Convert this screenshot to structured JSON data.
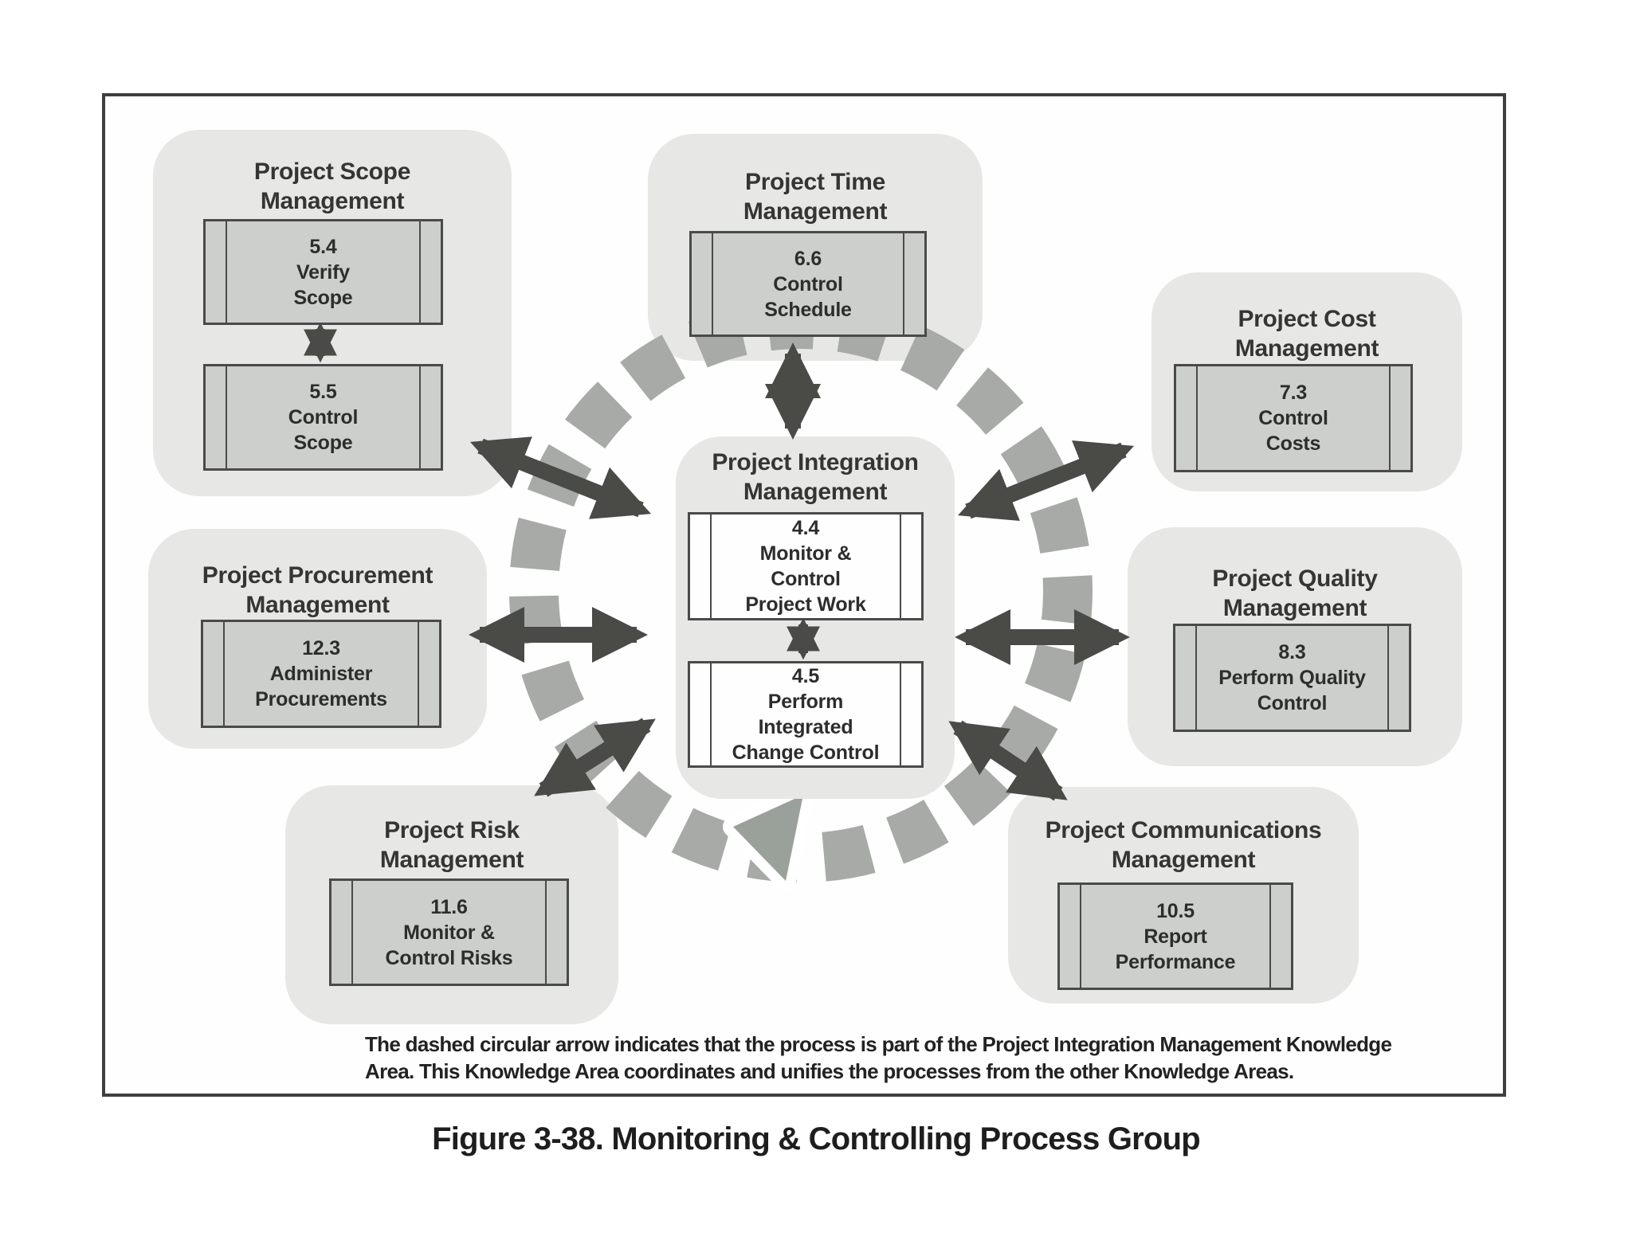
{
  "figure": {
    "caption": {
      "line1": "The dashed circular arrow indicates that the process is part of the Project Integration Management Knowledge",
      "line2": "Area. This Knowledge Area coordinates and unifies the processes from the other Knowledge Areas."
    },
    "title": "Figure 3-38. Monitoring & Controlling Process Group"
  },
  "center": {
    "title_lines": [
      "Project Integration",
      "Management"
    ],
    "processes": [
      {
        "number": "4.4",
        "lines": [
          "Monitor &",
          "Control",
          "Project Work"
        ]
      },
      {
        "number": "4.5",
        "lines": [
          "Perform",
          "Integrated",
          "Change Control"
        ]
      }
    ]
  },
  "groups": [
    {
      "key": "scope",
      "title_lines": [
        "Project Scope",
        "Management"
      ],
      "processes": [
        {
          "number": "5.4",
          "lines": [
            "Verify",
            "Scope"
          ]
        },
        {
          "number": "5.5",
          "lines": [
            "Control",
            "Scope"
          ]
        }
      ]
    },
    {
      "key": "time",
      "title_lines": [
        "Project Time",
        "Management"
      ],
      "processes": [
        {
          "number": "6.6",
          "lines": [
            "Control",
            "Schedule"
          ]
        }
      ]
    },
    {
      "key": "cost",
      "title_lines": [
        "Project Cost",
        "Management"
      ],
      "processes": [
        {
          "number": "7.3",
          "lines": [
            "Control",
            "Costs"
          ]
        }
      ]
    },
    {
      "key": "quality",
      "title_lines": [
        "Project Quality",
        "Management"
      ],
      "processes": [
        {
          "number": "8.3",
          "lines": [
            "Perform Quality",
            "Control"
          ]
        }
      ]
    },
    {
      "key": "communications",
      "title_lines": [
        "Project Communications",
        "Management"
      ],
      "processes": [
        {
          "number": "10.5",
          "lines": [
            "Report",
            "Performance"
          ]
        }
      ]
    },
    {
      "key": "risk",
      "title_lines": [
        "Project Risk",
        "Management"
      ],
      "processes": [
        {
          "number": "11.6",
          "lines": [
            "Monitor &",
            "Control Risks"
          ]
        }
      ]
    },
    {
      "key": "procurement",
      "title_lines": [
        "Project Procurement",
        "Management"
      ],
      "processes": [
        {
          "number": "12.3",
          "lines": [
            "Administer",
            "Procurements"
          ]
        }
      ]
    }
  ],
  "palette": {
    "card_bg": "#e7e8e6",
    "box_bg": "#cdcfcc",
    "center_box_bg": "#fefefe",
    "box_border": "#4a4a4a",
    "dark_arrow": "#4a4a46",
    "ring_dash_gray": "#a7aaa6",
    "ring_arrowhead_gray": "#9aa09a",
    "frame_border": "#3e3f40",
    "text": "#2d2d2d"
  }
}
